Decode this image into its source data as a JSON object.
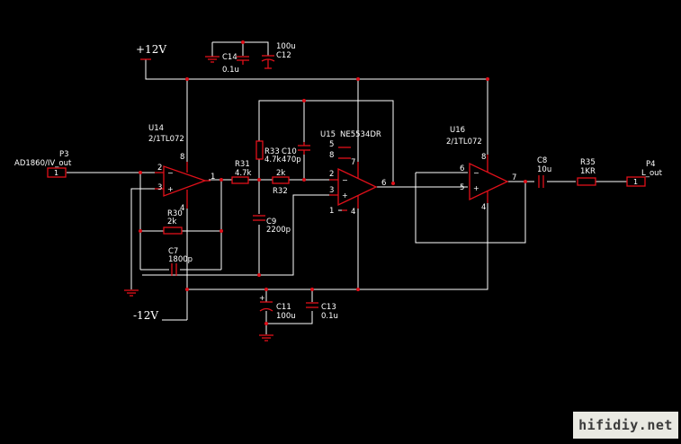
{
  "rails": {
    "pos": "+12V",
    "neg": "-12V"
  },
  "connectors": {
    "p3": {
      "ref": "P3",
      "net": "AD1860/IV_out",
      "pin": "1"
    },
    "p4": {
      "ref": "P4",
      "net": "L_out",
      "pin": "1"
    }
  },
  "opamps": {
    "u14": {
      "ref": "U14",
      "part": "2/1TL072",
      "pins": [
        "2",
        "3",
        "1",
        "8",
        "4"
      ]
    },
    "u15": {
      "ref": "U15",
      "part": "NE5534DR",
      "pins": [
        "5",
        "8",
        "2",
        "3",
        "1",
        "6",
        "7",
        "4"
      ]
    },
    "u16": {
      "ref": "U16",
      "part": "2/1TL072",
      "pins": [
        "6",
        "5",
        "7",
        "8",
        "4"
      ]
    }
  },
  "components": {
    "c14": {
      "ref": "C14",
      "value": "0.1u"
    },
    "c12": {
      "ref": "C12",
      "value": "100u"
    },
    "r31": {
      "ref": "R31",
      "value": "4.7k"
    },
    "r33": {
      "ref": "R33",
      "value": "4.7k"
    },
    "c10": {
      "ref": "C10",
      "value": "470p"
    },
    "r32": {
      "ref": "R32",
      "value": "2k"
    },
    "c9": {
      "ref": "C9",
      "value": "2200p"
    },
    "r30": {
      "ref": "R30",
      "value": "2k"
    },
    "c7": {
      "ref": "C7",
      "value": "1800p"
    },
    "c11": {
      "ref": "C11",
      "value": "100u"
    },
    "c13": {
      "ref": "C13",
      "value": "0.1u"
    },
    "c8": {
      "ref": "C8",
      "value": "10u"
    },
    "r35": {
      "ref": "R35",
      "value": "1KR"
    }
  },
  "watermark": "hifidiy.net",
  "colors": {
    "background": "#000000",
    "wire": "#ffffff",
    "component": "#e0101a",
    "watermark_bg": "#e9e9e2"
  }
}
